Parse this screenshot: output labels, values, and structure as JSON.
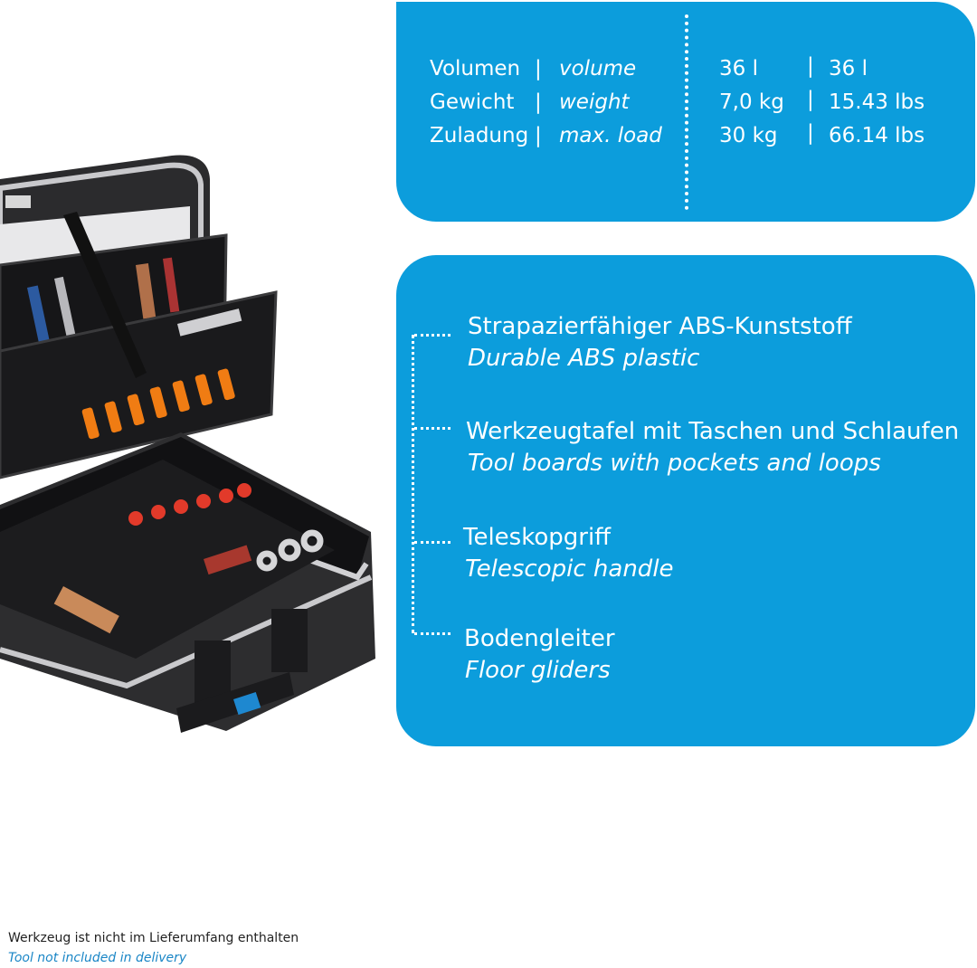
{
  "specs": {
    "rows": [
      {
        "label_de": "Volumen",
        "label_en": "volume",
        "metric": "36 l",
        "imperial": "36 l"
      },
      {
        "label_de": "Gewicht",
        "label_en": "weight",
        "metric": "7,0 kg",
        "imperial": "15.43 lbs"
      },
      {
        "label_de": "Zuladung",
        "label_en": "max. load",
        "metric": "30 kg",
        "imperial": "66.14 lbs"
      }
    ],
    "separator": "|"
  },
  "features": [
    {
      "de": "Strapazierfähiger ABS-Kunststoff",
      "en": "Durable ABS plastic"
    },
    {
      "de": "Werkzeugtafel mit Taschen und Schlaufen",
      "en": "Tool boards with pockets and loops"
    },
    {
      "de": "Teleskopgriff",
      "en": "Telescopic handle"
    },
    {
      "de": "Bodengleiter",
      "en": "Floor gliders"
    }
  ],
  "footnote": {
    "de": "Werkzeug ist nicht im Lieferumfang enthalten",
    "en": "Tool not included in delivery"
  },
  "colors": {
    "panel": "#0c9ddc",
    "accent_text": "#1a86c6"
  },
  "image": {
    "subject": "tool-case-photo"
  }
}
